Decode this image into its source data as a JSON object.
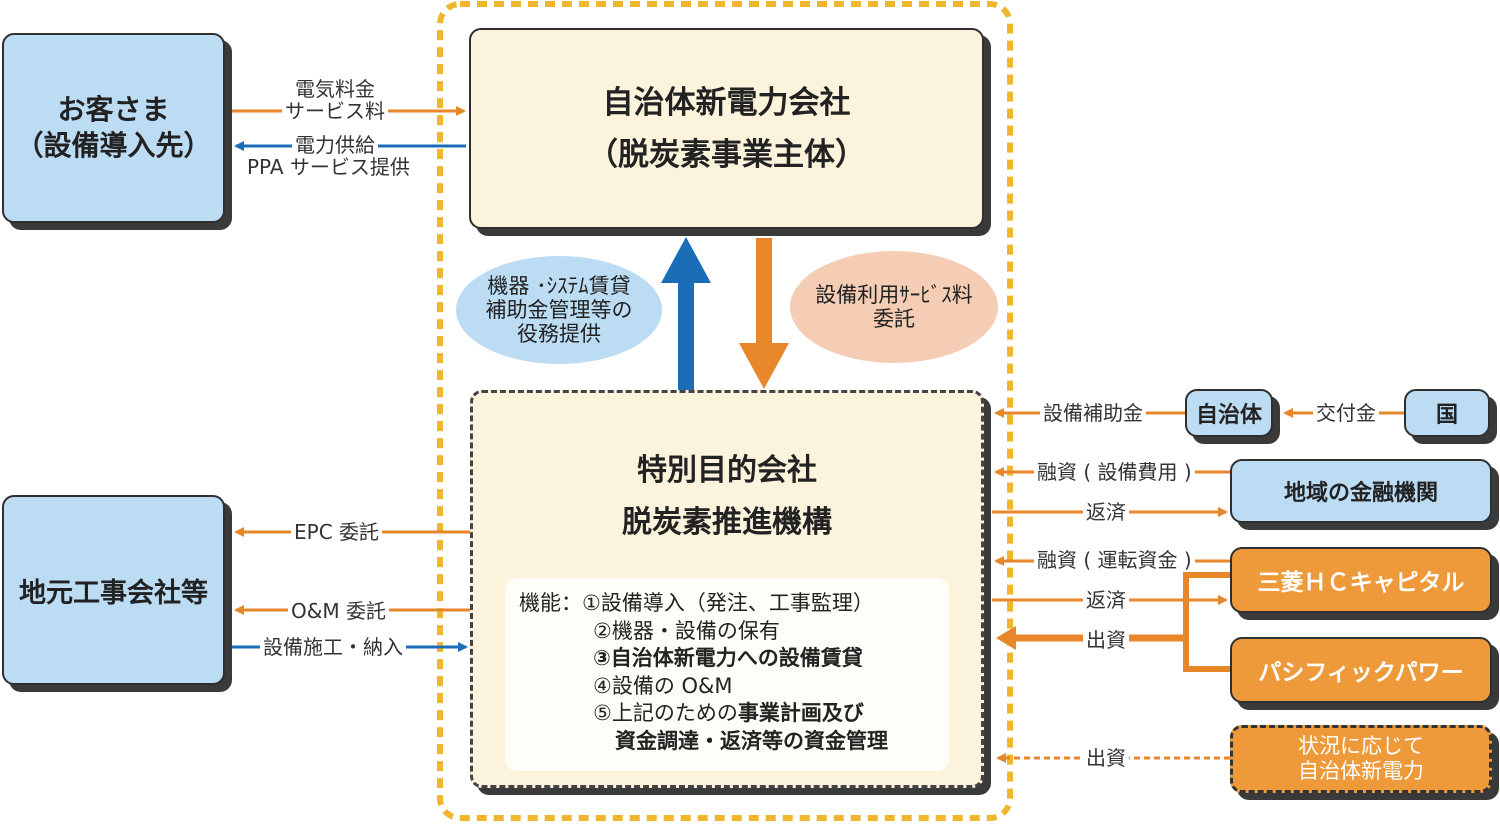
{
  "colors": {
    "orange": "#e8862a",
    "blue": "#1b6db8",
    "frame": "#f0b72e"
  },
  "top_company": {
    "line1": "自治体新電力会社",
    "line2": "（脱炭素事業主体）"
  },
  "spc": {
    "line1": "特別目的会社",
    "line2": "脱炭素推進機構"
  },
  "customer": {
    "line1": "お客さま",
    "line2": "（設備導入先）"
  },
  "contractor": {
    "label": "地元工事会社等"
  },
  "municipality": {
    "label": "自治体"
  },
  "nation": {
    "label": "国"
  },
  "regional_bank": {
    "label": "地域の金融機関"
  },
  "mhc": {
    "label": "三菱ＨＣキャピタル"
  },
  "pacific": {
    "label": "パシフィックパワー"
  },
  "situational": {
    "line1": "状況に応じて",
    "line2": "自治体新電力"
  },
  "flows": {
    "electricity_fee": "電気料金",
    "service_fee": "サービス料",
    "power_supply": "電力供給",
    "ppa_service": "PPA サービス提供",
    "epc": "EPC 委託",
    "om": "O&M 委託",
    "construction": "設備施工・納入",
    "subsidy": "設備補助金",
    "grant": "交付金",
    "loan_equipment": "融資 ( 設備費用 )",
    "repay1": "返済",
    "loan_working": "融資 ( 運転資金 )",
    "repay2": "返済",
    "invest": "出資",
    "invest2": "出資"
  },
  "ellipse_left": {
    "line1": "機器 ･ｼｽﾃﾑ賃貸",
    "line2": "補助金管理等の",
    "line3": "役務提供"
  },
  "ellipse_right": {
    "line1": "設備利用ｻｰﾋﾞｽ料",
    "line2": "委託"
  },
  "functions": {
    "prefix": "機能：",
    "items": [
      "①設備導入（発注、工事監理）",
      "②機器・設備の保有",
      "③自治体新電力への設備賃貸",
      "④設備の O&M",
      "⑤上記のための",
      "事業計画及び",
      "資金調達・返済等の資金管理"
    ]
  }
}
